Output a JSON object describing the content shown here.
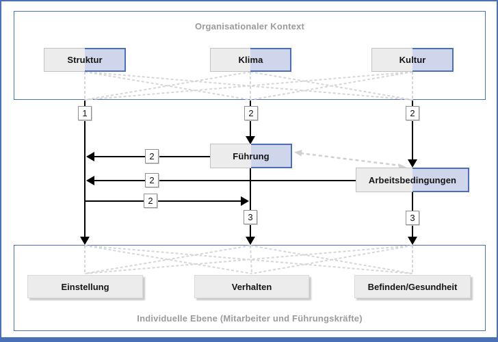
{
  "figure": {
    "type": "model-diagram",
    "language": "de"
  },
  "top_container": {
    "title": "Organisationaler Kontext",
    "boxes": [
      {
        "label": "Struktur"
      },
      {
        "label": "Klima"
      },
      {
        "label": "Kultur"
      }
    ]
  },
  "mediators": {
    "fuehrung": {
      "label": "Führung"
    },
    "arbeitsbedingungen": {
      "label": "Arbeitsbedingungen"
    }
  },
  "bottom_container": {
    "title": "Individuelle Ebene (Mitarbeiter und Führungskräfte)",
    "boxes": [
      {
        "label": "Einstellung"
      },
      {
        "label": "Verhalten"
      },
      {
        "label": "Befinden/Gesundheit"
      }
    ]
  },
  "path_labels": {
    "struktur_down": "1",
    "klima_down": "2",
    "kultur_down": "2",
    "fuehrung_to_left": "2",
    "arbeitsbedingungen_to_left": "2",
    "left_to_fuehrung": "2",
    "fuehrung_down": "3",
    "arbeitsbedingungen_down": "3"
  },
  "colors": {
    "frame_blue": "#4a70b8",
    "container_border": "#4a6fb8",
    "lavender_fill": "#cfd5eb",
    "gray_fill": "#ececec",
    "title_gray": "#9b9b9b",
    "dashed_gray": "#d6d6d6",
    "line_black": "#000000"
  }
}
